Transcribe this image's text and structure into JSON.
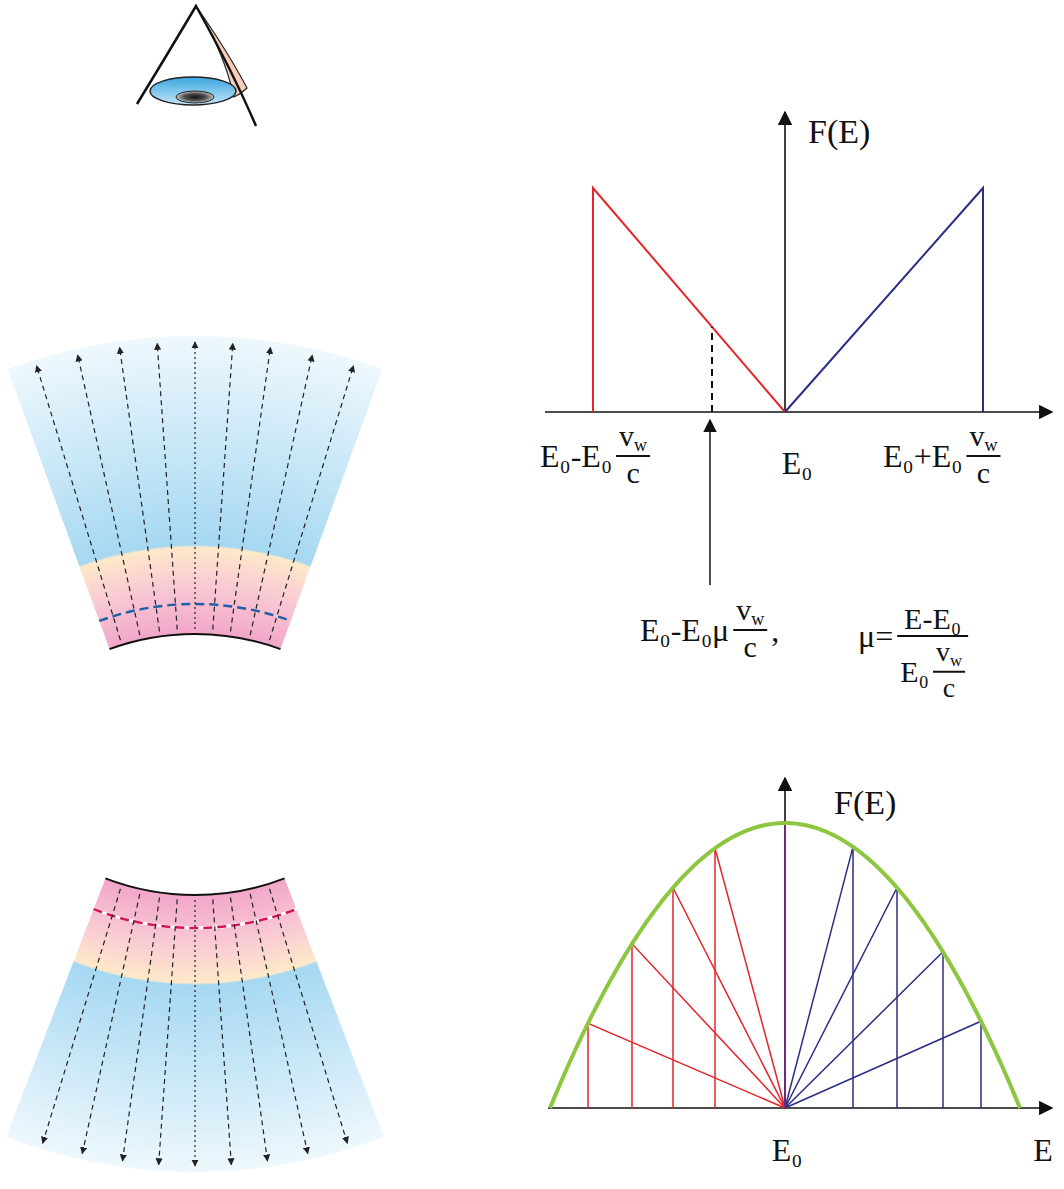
{
  "diagram": {
    "labels": [
      "F(E)",
      "E₀-E₀",
      "vw",
      "c",
      "E₀",
      "E₀+E₀",
      "vw",
      "c",
      "E₀-E₀μ",
      "vw",
      "c",
      ",",
      "μ=",
      "E-E₀",
      "E₀",
      "vw",
      "c",
      "F(E)",
      "E₀",
      "E"
    ]
  }
}
